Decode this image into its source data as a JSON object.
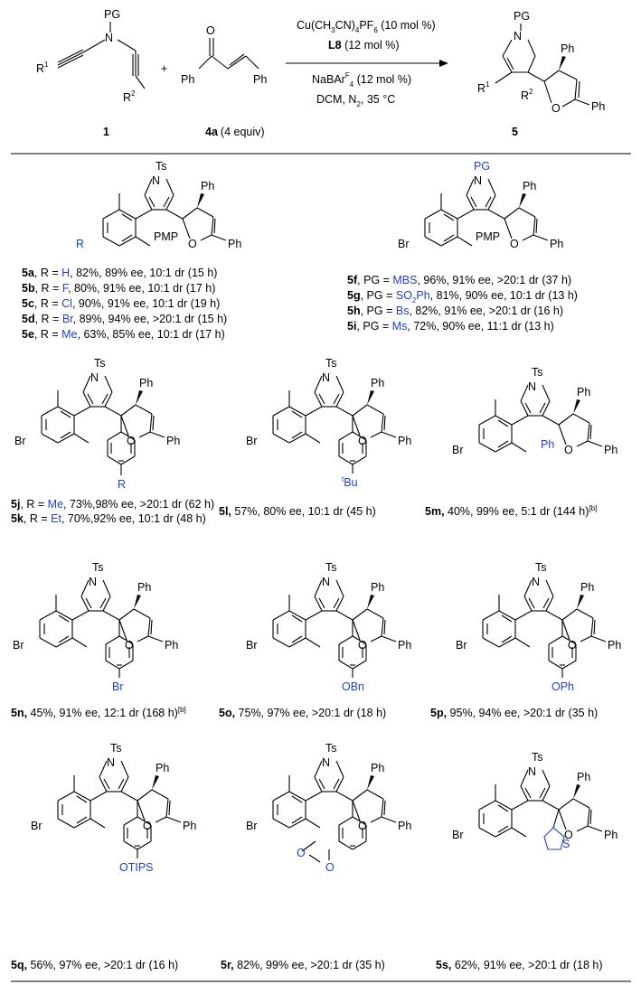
{
  "scheme": {
    "reactant1_label": "1",
    "reactant2_label": "4a",
    "reactant2_equiv": "(4 equiv)",
    "product_label": "5",
    "plus": "+",
    "conditions": {
      "catalyst_a": "Cu(CH",
      "catalyst_b": "3",
      "catalyst_c": "CN)",
      "catalyst_d": "4",
      "catalyst_e": "PF",
      "catalyst_f": "6",
      "catalyst_g": " (10 mol %)",
      "ligand": "L8",
      "ligand_loading": " (12 mol %)",
      "additive_a": "NaBAr",
      "additive_b": "F",
      "additive_c": "4",
      "additive_d": " (12 mol %)",
      "solvent_a": "DCM, N",
      "solvent_b": "2",
      "solvent_c": ", 35 °C"
    },
    "atoms": {
      "PG": "PG",
      "N": "N",
      "R1": "R",
      "sup1": "1",
      "R2": "R",
      "sup2": "2",
      "O": "O",
      "Ph": "Ph"
    }
  },
  "atom_text": {
    "Ts": "Ts",
    "N": "N",
    "Ph": "Ph",
    "O": "O",
    "PMP": "PMP",
    "Br": "Br",
    "R": "R",
    "PG": "PG",
    "tBu_t": "t",
    "tBu": "Bu",
    "S": "S"
  },
  "entries_5a_5e": [
    {
      "id": "5a",
      "pre": ", R = ",
      "sub": "H",
      "post": ", 82%, 89% ee, 10:1 dr (15 h)"
    },
    {
      "id": "5b",
      "pre": ", R = ",
      "sub": "F",
      "post": ", 80%, 91% ee, 10:1 dr (17 h)"
    },
    {
      "id": "5c",
      "pre": ", R = ",
      "sub": "Cl",
      "post": ", 90%, 91% ee, 10:1 dr (19 h)"
    },
    {
      "id": "5d",
      "pre": ", R = ",
      "sub": "Br",
      "post": ", 89%, 94% ee, >20:1 dr (15 h)"
    },
    {
      "id": "5e",
      "pre": ", R = ",
      "sub": "Me",
      "post": ", 63%, 85% ee, 10:1 dr (17 h)"
    }
  ],
  "entries_5f_5i": [
    {
      "id": "5f",
      "pre": ", PG = ",
      "sub": "MBS",
      "post": ", 96%, 91% ee, >20:1 dr (37 h)"
    },
    {
      "id": "5g",
      "pre": ", PG = ",
      "sub": "SO",
      "sub2": "2",
      "sub3": "Ph",
      "post": ", 81%, 90% ee, 10:1 dr (13 h)"
    },
    {
      "id": "5h",
      "pre": ", PG = ",
      "sub": "Bs",
      "post": ", 82%, 91% ee, >20:1 dr (16 h)"
    },
    {
      "id": "5i",
      "pre": ", PG = ",
      "sub": "Ms",
      "post": ", 72%, 90% ee, 11:1 dr (13 h)"
    }
  ],
  "row3": {
    "5j": {
      "id": "5j",
      "pre": ", R = ",
      "sub": "Me",
      "post": ", 73%,98% ee, >20:1 dr (62 h)"
    },
    "5k": {
      "id": "5k",
      "pre": ", R = ",
      "sub": "Et",
      "post": ", 70%,92% ee, 10:1 dr (48 h)"
    },
    "5l": {
      "id": "5l,",
      "post": " 57%, 80% ee, 10:1 dr (45 h)"
    },
    "5m": {
      "id": "5m,",
      "post": " 40%, 99% ee, 5:1 dr (144 h)",
      "note": "[b]"
    }
  },
  "row4": {
    "5n": {
      "id": "5n,",
      "post": " 45%, 91% ee, 12:1 dr (168 h)",
      "note": "[b]",
      "sub": "Br"
    },
    "5o": {
      "id": "5o,",
      "post": " 75%, 97% ee, >20:1 dr (18 h)",
      "sub": "OBn"
    },
    "5p": {
      "id": "5p,",
      "post": " 95%, 94% ee, >20:1 dr (35 h)",
      "sub": "OPh"
    }
  },
  "row5": {
    "5q": {
      "id": "5q,",
      "post": " 56%, 97% ee, >20:1 dr (16 h)",
      "sub": "OTIPS"
    },
    "5r": {
      "id": "5r,",
      "post": " 82%, 99% ee, >20:1  dr (35 h)"
    },
    "5s": {
      "id": "5s,",
      "post": " 62%, 91% ee, >20:1 dr (18 h)"
    }
  },
  "colors": {
    "highlight": "#1f3fd6",
    "ink": "#000000"
  }
}
